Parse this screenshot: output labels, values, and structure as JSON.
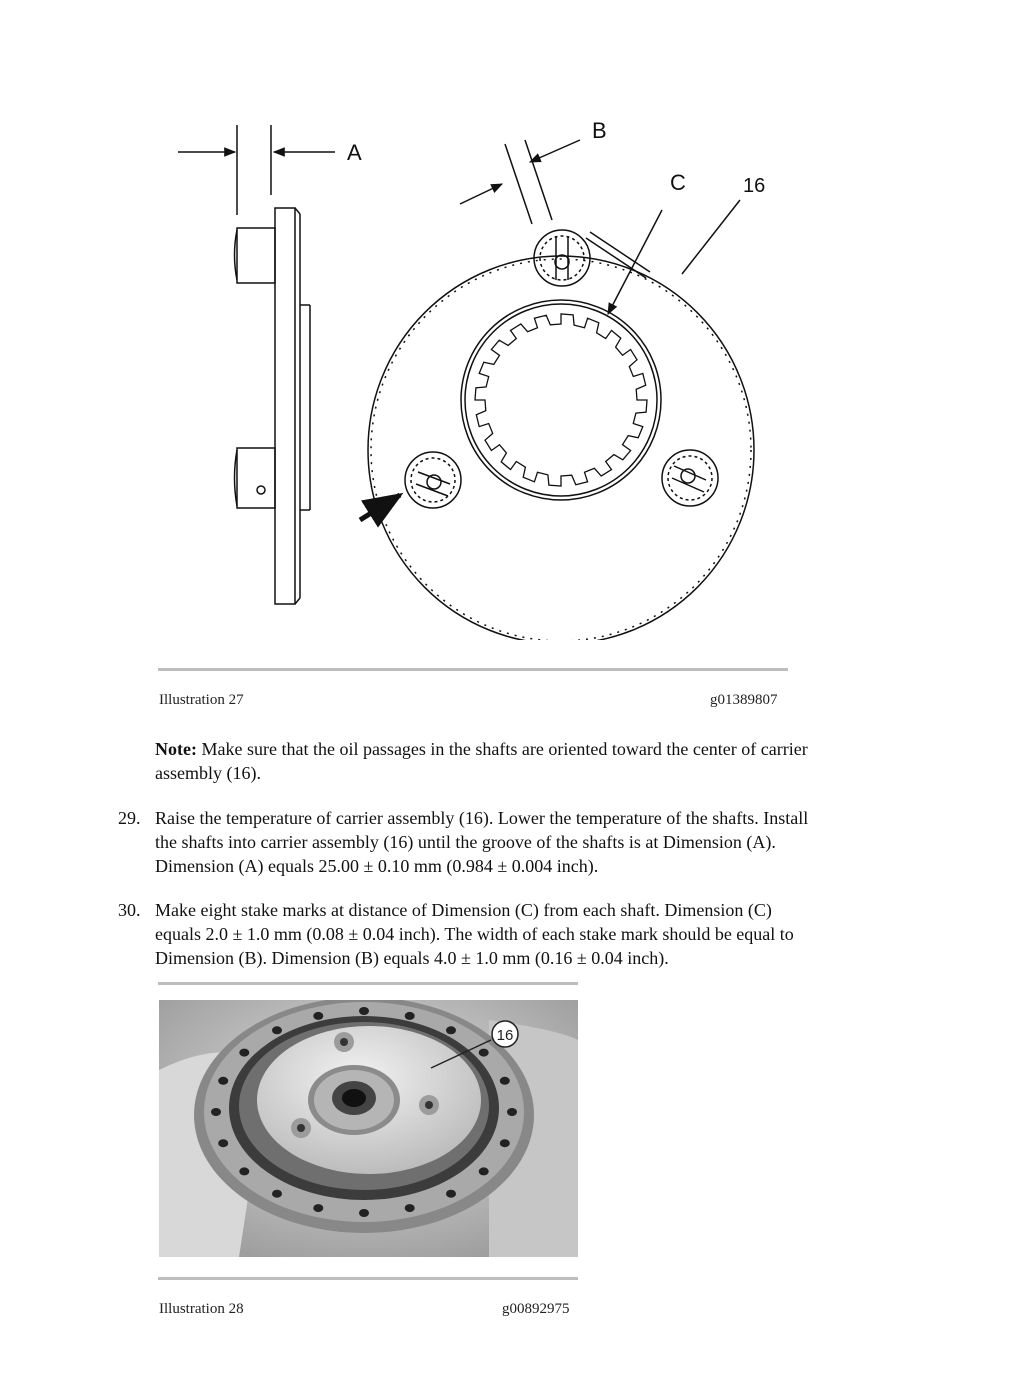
{
  "illustration27": {
    "caption_label": "Illustration 27",
    "caption_id": "g01389807",
    "callouts": {
      "a": "A",
      "b": "B",
      "c": "C",
      "part": "16"
    }
  },
  "note": {
    "label": "Note:",
    "text": "Make sure that the oil passages in the shafts are oriented toward the center of carrier",
    "text2": "assembly (16)."
  },
  "steps": [
    {
      "number": "29.",
      "lines": [
        "Raise the temperature of carrier assembly (16). Lower the temperature of the shafts. Install",
        "the shafts into carrier assembly (16) until the groove of the shafts is at Dimension (A).",
        "Dimension (A) equals 25.00 ± 0.10 mm (0.984 ± 0.004 inch)."
      ]
    },
    {
      "number": "30.",
      "lines": [
        "Make eight stake marks at distance of Dimension (C) from each shaft. Dimension (C)",
        "equals 2.0 ± 1.0 mm (0.08 ± 0.04 inch). The width of each stake mark should be equal to",
        "Dimension (B). Dimension (B) equals 4.0 ± 1.0 mm (0.16 ± 0.04 inch)."
      ]
    }
  ],
  "illustration28": {
    "caption_label": "Illustration 28",
    "caption_id": "g00892975",
    "callout": "16"
  }
}
